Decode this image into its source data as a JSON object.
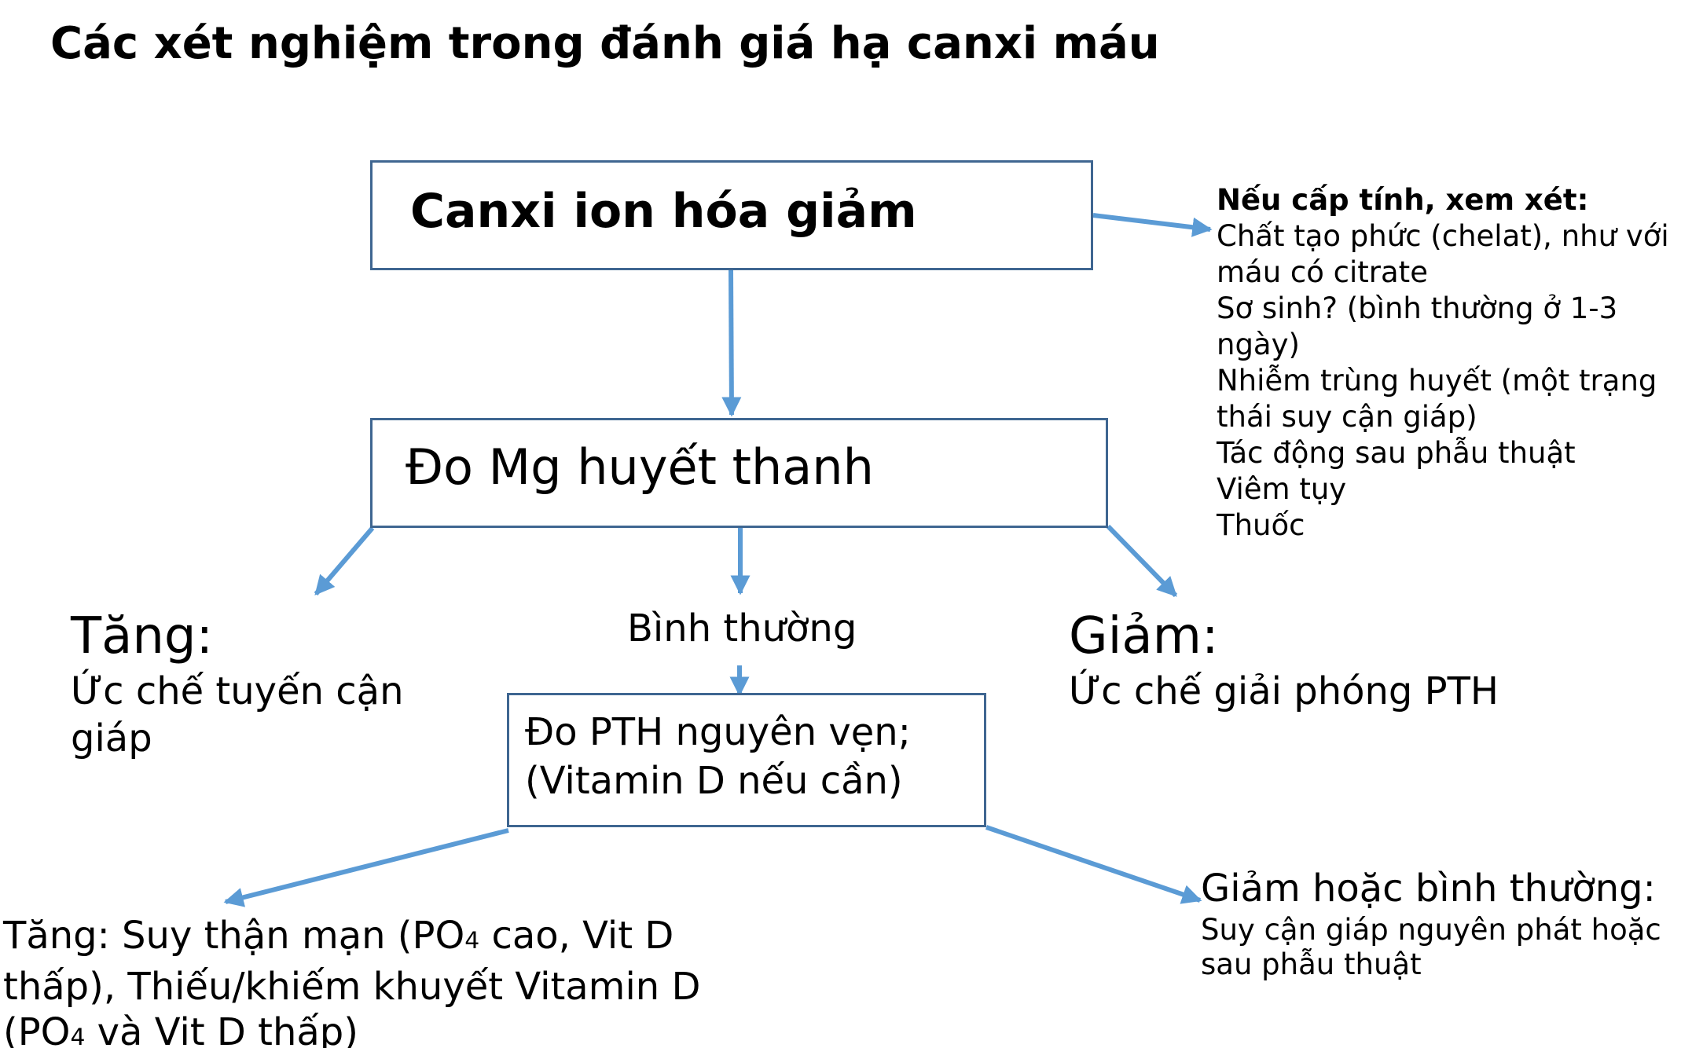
{
  "title": "Các xét nghiệm trong đánh giá hạ canxi máu",
  "colors": {
    "arrow": "#5b9bd5",
    "box_border": "#3f6691",
    "text": "#000000"
  },
  "nodes": {
    "low_ionized_calcium": {
      "label": "Canxi ion hóa giảm"
    },
    "serum_mg": {
      "label": "Đo Mg huyết thanh"
    },
    "pth_test": {
      "lines": [
        "Đo PTH nguyên vẹn;",
        "(Vitamin D nếu cần)"
      ]
    }
  },
  "acute_note": {
    "heading": "Nếu cấp tính, xem xét:",
    "lines": [
      "Chất tạo phức (chelat), như với",
      "máu có citrate",
      "Sơ sinh? (bình thường ở 1-3",
      "ngày)",
      "Nhiễm trùng huyết (một trạng",
      "thái suy cận giáp)",
      "Tác động sau phẫu thuật",
      "Viêm tụy",
      "Thuốc"
    ]
  },
  "mg_high": {
    "heading": "Tăng:",
    "lines": [
      "Ức chế tuyến cận",
      "giáp"
    ]
  },
  "mg_normal": {
    "label": "Bình thường"
  },
  "mg_low": {
    "heading": "Giảm:",
    "lines": [
      "Ức chế giải phóng PTH"
    ]
  },
  "pth_high": {
    "line1_a": "Tăng: Suy thận mạn (PO",
    "sub": "4",
    "line1_b": " cao, Vit D",
    "line2": "thấp), Thiếu/khiếm khuyết Vitamin D",
    "line3_a": "(PO",
    "line3_b": " và Vit D thấp)"
  },
  "pth_low": {
    "heading": "Giảm hoặc bình thường:",
    "lines": [
      "Suy cận giáp nguyên phát hoặc",
      "sau phẫu thuật"
    ]
  }
}
